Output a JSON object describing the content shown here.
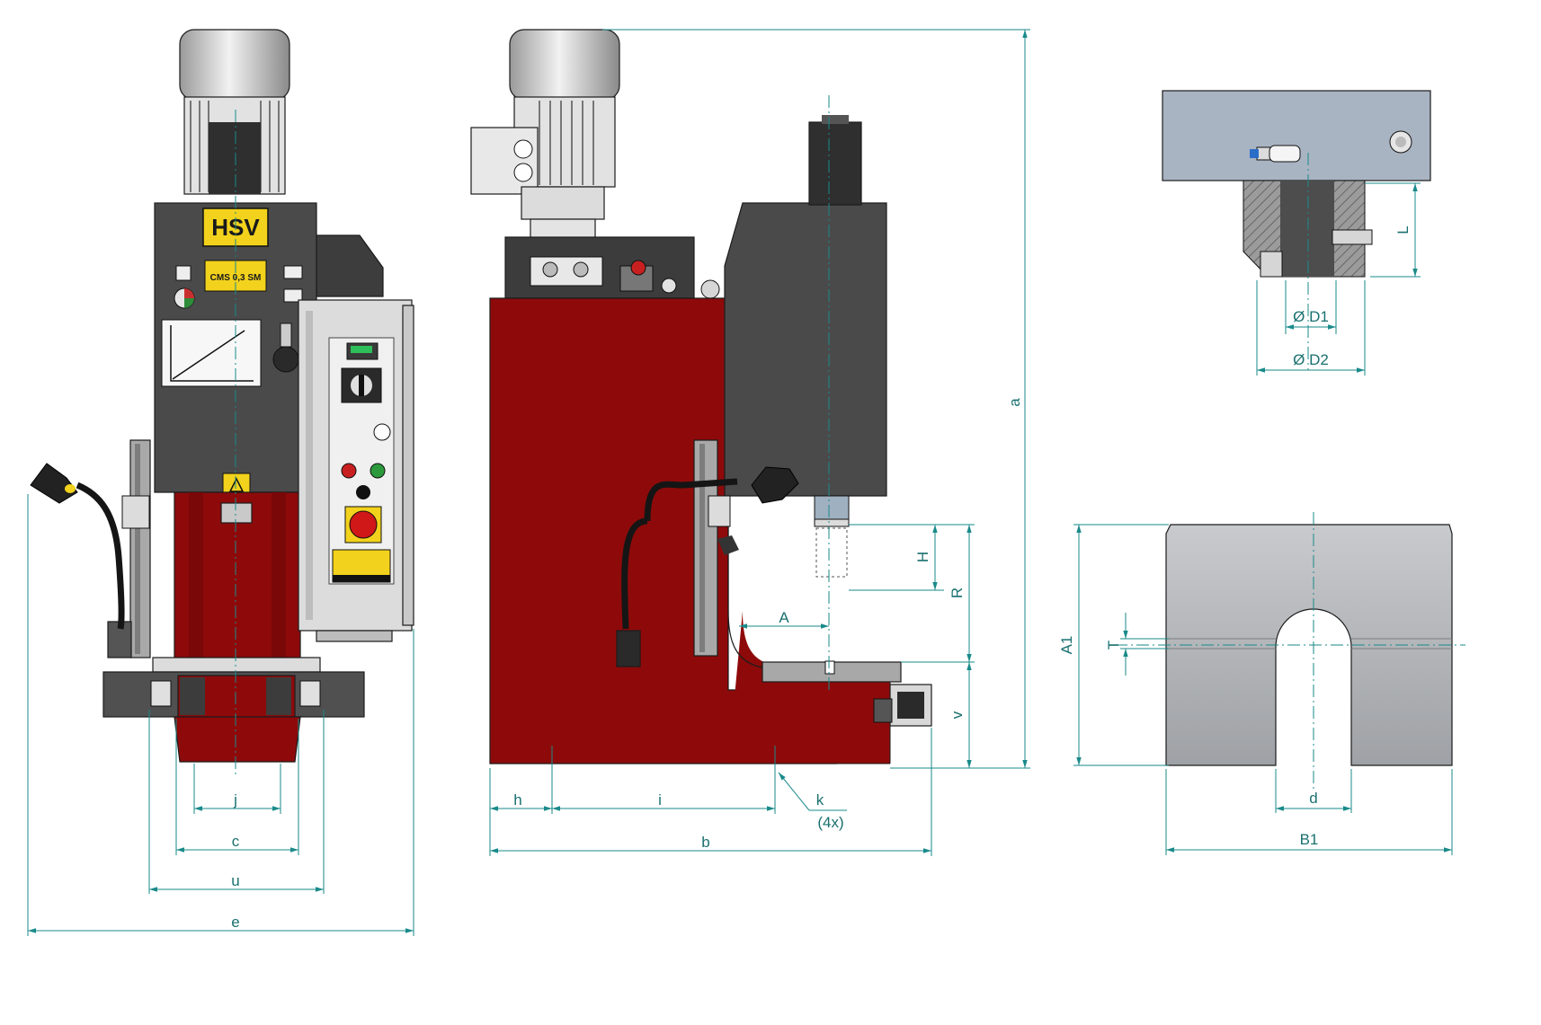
{
  "colors": {
    "frame_red": "#8e0a0a",
    "housing_gray": "#4a4a4a",
    "motor_silver": "#d8d8d8",
    "panel_light": "#dcdcdc",
    "plate_blue_gray": "#a9b4c2",
    "insert_gray": "#b4b7bb",
    "logo_yellow": "#f2d21c",
    "dimension_teal": "#1a8a8a"
  },
  "labels": {
    "logo": "HSV",
    "plate": "CMS 0,3 SM",
    "front": {
      "e": "e",
      "u": "u",
      "c": "c",
      "j": "j"
    },
    "side": {
      "a": "a",
      "b": "b",
      "h": "h",
      "i": "i",
      "k": "k",
      "k_count": "(4x)",
      "A": "A",
      "H": "H",
      "R": "R",
      "v": "v"
    },
    "tool": {
      "L": "L",
      "D1": "Ø D1",
      "D2": "Ø D2"
    },
    "insert": {
      "A1": "A1",
      "B1": "B1",
      "T": "T",
      "d": "d"
    }
  },
  "icons": [
    "warning-label-icon",
    "emergency-stop-button",
    "green-start-button",
    "red-stop-button",
    "selector-switch"
  ]
}
